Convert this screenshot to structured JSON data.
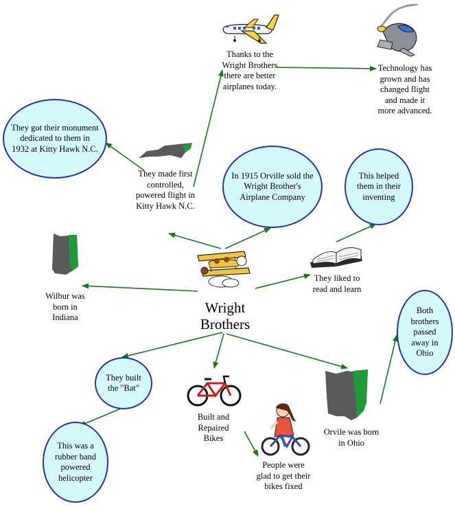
{
  "title": "Wright Brothers",
  "nodes": {
    "better_airplanes": "Thanks to the Wright Brothers there are better airplanes today.",
    "technology": "Technology has grown and has changed flight and made it more advanced.",
    "monument": "They got their monument dedicated to them in 1932 at Kitty Hawk N.C.",
    "first_flight": "They made first controlled, powered flight in Kitty Hawk N.C.",
    "sold_company": "In 1915 Orville sold the Wright Brother's Airplane Company",
    "helped_inventing": "This helped them in their inventing",
    "read_learn": "They liked to read and learn",
    "wilbur_indiana": "Wilbur was born in Indiana",
    "built_bat": "They built the \"Bat\"",
    "rubber_band": "This was a rubber band powered helicopter",
    "bikes": "Built and Repaired Bikes",
    "glad_bikes": "People were glad to get their bikes fixed",
    "orville_ohio": "Orvile was born in Ohio",
    "passed_ohio": "Both brothers passed away in Ohio"
  },
  "colors": {
    "arrow": "#137a13",
    "bubble_fill": "#d4f8fc",
    "bubble_border": "#2233bb",
    "map_fill": "#5a5a5a",
    "map_accent": "#1f9a3a"
  }
}
